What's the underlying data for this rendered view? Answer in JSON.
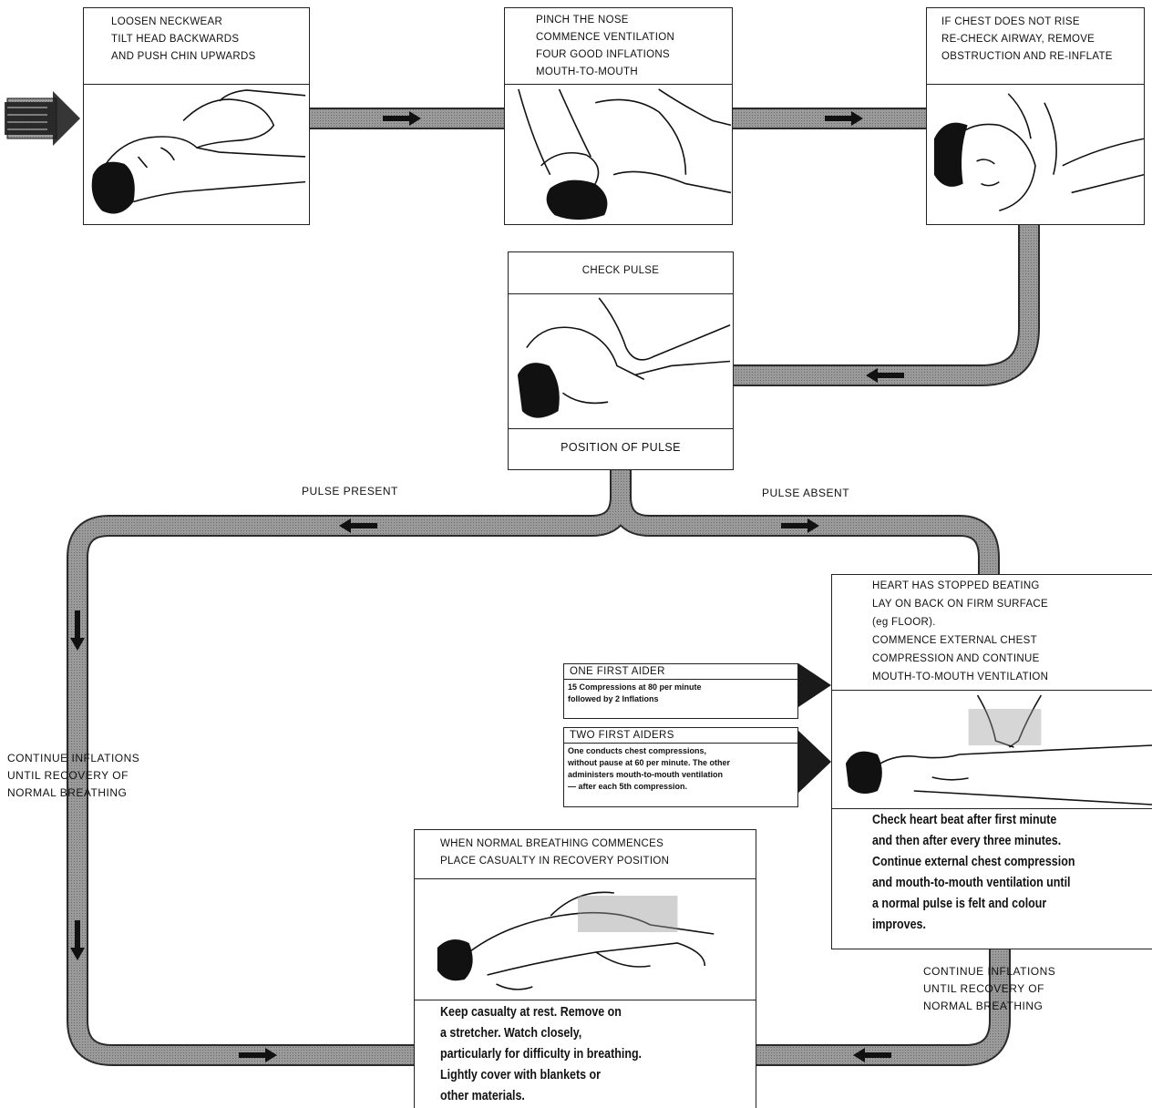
{
  "steps": {
    "airway": {
      "lines": [
        "LOOSEN NECKWEAR",
        "TILT HEAD BACKWARDS",
        "AND PUSH CHIN UPWARDS"
      ],
      "illustration": "rescuer tilting casualty head back"
    },
    "ventilation": {
      "lines": [
        "PINCH THE NOSE",
        "COMMENCE VENTILATION",
        "FOUR GOOD INFLATIONS",
        "MOUTH-TO-MOUTH"
      ],
      "illustration": "rescuer pinching nose for mouth-to-mouth"
    },
    "recheck": {
      "lines": [
        "IF CHEST DOES NOT RISE",
        "RE-CHECK AIRWAY, REMOVE",
        "OBSTRUCTION AND RE-INFLATE"
      ],
      "illustration": "rescuer clearing airway"
    },
    "pulse": {
      "title": "CHECK PULSE",
      "footer": "POSITION OF PULSE",
      "illustration": "fingers on carotid pulse"
    },
    "heart": {
      "lines": [
        "HEART HAS STOPPED BEATING",
        "LAY ON BACK ON FIRM SURFACE",
        "(eg FLOOR).",
        "COMMENCE EXTERNAL CHEST",
        "COMPRESSION AND CONTINUE",
        "MOUTH-TO-MOUTH VENTILATION"
      ],
      "note_lines": [
        "Check heart beat after first minute",
        "and then after every three minutes.",
        "Continue external chest compression",
        "and mouth-to-mouth ventilation until",
        "a normal pulse is felt and colour",
        "improves."
      ],
      "illustration": "external chest compression"
    },
    "recovery": {
      "lines": [
        "WHEN NORMAL BREATHING COMMENCES",
        "PLACE CASUALTY IN RECOVERY POSITION"
      ],
      "note_lines": [
        "Keep casualty at rest. Remove on",
        "a stretcher. Watch closely,",
        "particularly for difficulty in breathing.",
        "Lightly cover with blankets or",
        "other materials."
      ],
      "illustration": "casualty in recovery position"
    }
  },
  "aiders": {
    "one": {
      "title": "ONE FIRST AIDER",
      "lines": [
        "15 Compressions at 80 per minute",
        "followed by 2 Inflations"
      ]
    },
    "two": {
      "title": "TWO FIRST AIDERS",
      "lines": [
        "One conducts chest compressions,",
        "without pause at 60 per minute. The other",
        "administers mouth-to-mouth ventilation",
        "— after each 5th compression."
      ]
    }
  },
  "branches": {
    "present": "PULSE PRESENT",
    "absent": "PULSE ABSENT"
  },
  "continue_left": [
    "CONTINUE INFLATIONS",
    "UNTIL RECOVERY OF",
    "NORMAL BREATHING"
  ],
  "continue_right": [
    "CONTINUE INFLATIONS",
    "UNTIL RECOVERY OF",
    "NORMAL BREATHING"
  ],
  "colors": {
    "pipe": "#8c8c8c",
    "pipe_edge": "#2a2a2a",
    "ink": "#111111",
    "dark_arrow": "#1a1a1a"
  }
}
